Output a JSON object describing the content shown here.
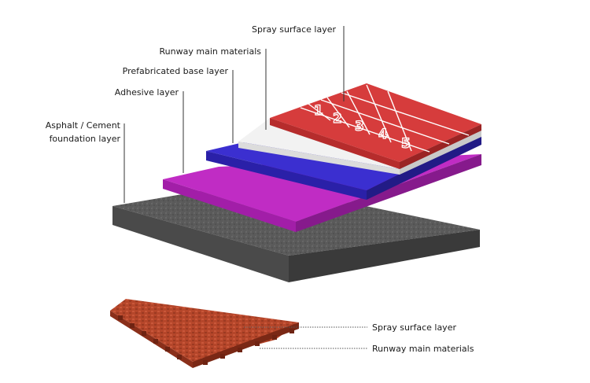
{
  "layer_labels": [
    {
      "text": "Spray surface layer"
    },
    {
      "text": "Runway main materials"
    },
    {
      "text": "Prefabricated base layer"
    },
    {
      "text": "Adhesive layer"
    },
    {
      "text": "Asphalt / Cement",
      "text2": "foundation layer"
    }
  ],
  "lane_numbers": [
    "1",
    "2",
    "3",
    "4",
    "5"
  ],
  "sample_labels": [
    {
      "text": "Spray surface layer"
    },
    {
      "text": "Runway main materials"
    }
  ],
  "colors": {
    "spray_surface": "#d63c3c",
    "runway_main": "#f2f2f2",
    "prefab_base": "#3b2fd0",
    "adhesive": "#c229c4",
    "foundation": "#555555",
    "sample": "#b5462a"
  }
}
